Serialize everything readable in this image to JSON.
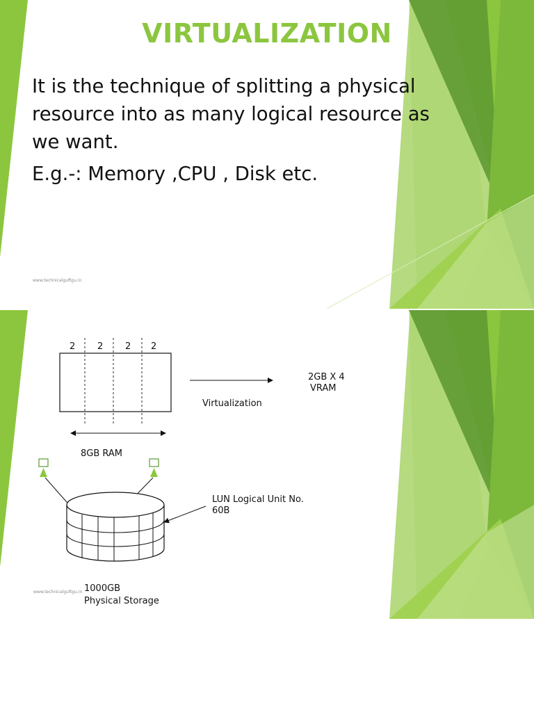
{
  "slide1": {
    "title": "VIRTUALIZATION",
    "bullet1": "It is the technique of splitting a physical resource into as many logical resource as we want.",
    "bullet2": "E.g.-: Memory ,CPU , Disk etc.",
    "watermark": "www.technicalguftgu.in"
  },
  "slide2": {
    "diagram": {
      "partition_labels": [
        "2",
        "2",
        "2",
        "2"
      ],
      "ram_label": "8GB RAM",
      "arrow_label": "Virtualization",
      "vram_label_line1": "2GB X 4",
      "vram_label_line2": "VRAM",
      "lun_label_line1": "LUN Logical Unit No.",
      "lun_label_line2": "60B",
      "storage_label_line1": "1000GB",
      "storage_label_line2": "Physical Storage"
    },
    "watermark": "www.technicalguftgu.in"
  },
  "colors": {
    "title_green": "#8cc63f",
    "deco_light": "#c6e39a",
    "deco_mid": "#8cc63f",
    "deco_dark": "#5f9a33"
  }
}
